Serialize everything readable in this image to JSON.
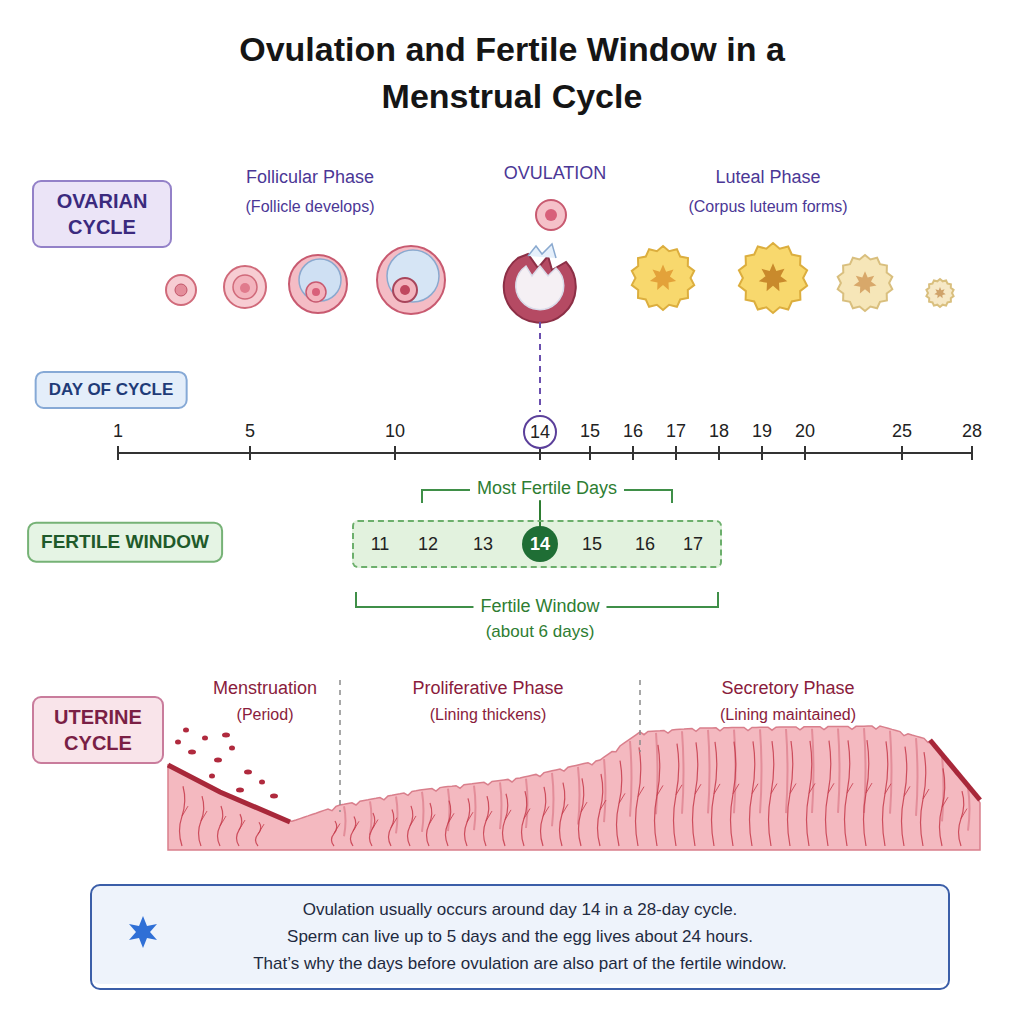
{
  "diagram": {
    "title": "Ovulation and Fertile Window in a Menstrual Cycle",
    "nodes": [
      {
        "text": [
          "OVARIAN CYCLE"
        ]
      },
      {
        "text": [
          "DAY OF CYCLE"
        ]
      },
      {
        "text": [
          "FERTILE WINDOW"
        ]
      },
      {
        "text": [
          "11",
          "12",
          "13",
          "15",
          "16",
          "17"
        ]
      },
      {
        "text": [
          "14"
        ],
        "in": 3
      },
      {
        "text": [
          "14"
        ]
      },
      {
        "text": [
          "UTERINE CYCLE"
        ]
      },
      {
        "text": [
          "Ovulation usually occurs around day 14 in a 28-day cycle.",
          "Sperm can live up to 5 days and the egg lives about 24 hours.",
          "That’s why the days before ovulation are also part of the fertile window."
        ]
      }
    ],
    "labels": [
      "Follicular Phase",
      "(Follicle develops)",
      "OVULATION",
      "Luteal Phase",
      "(Corpus luteum forms)",
      "1",
      "5",
      "10",
      "15",
      "16",
      "17",
      "18",
      "19",
      "20",
      "25",
      "28",
      "Most Fertile Days",
      "Fertile Window",
      "(about 6 days)",
      "Menstruation",
      "(Period)",
      "Proliferative Phase",
      "(Lining thickens)",
      "Secretory Phase",
      "(Lining maintained)"
    ]
  }
}
